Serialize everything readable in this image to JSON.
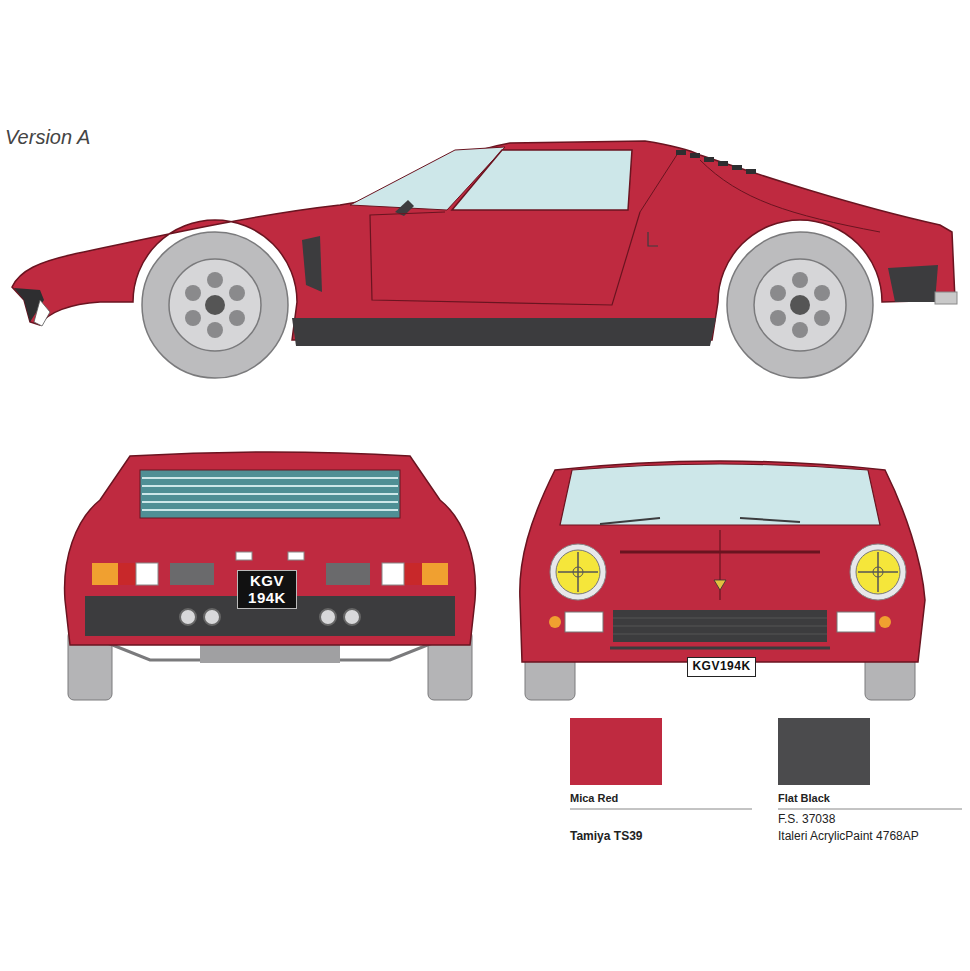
{
  "diagram": {
    "nodes": [
      {
        "text": [
          "KGV 194K"
        ]
      },
      {
        "text": [
          "KGV194K"
        ]
      }
    ],
    "labels": [
      "Version A",
      "Tamiya TS39",
      "F.S. 37038",
      "Italeri AcrylicPaint 4768AP"
    ],
    "legend": [
      {
        "text": "Mica Red",
        "color": "#bf2a40"
      },
      {
        "text": "Flat Black",
        "color": "#4b4b4d"
      }
    ]
  }
}
